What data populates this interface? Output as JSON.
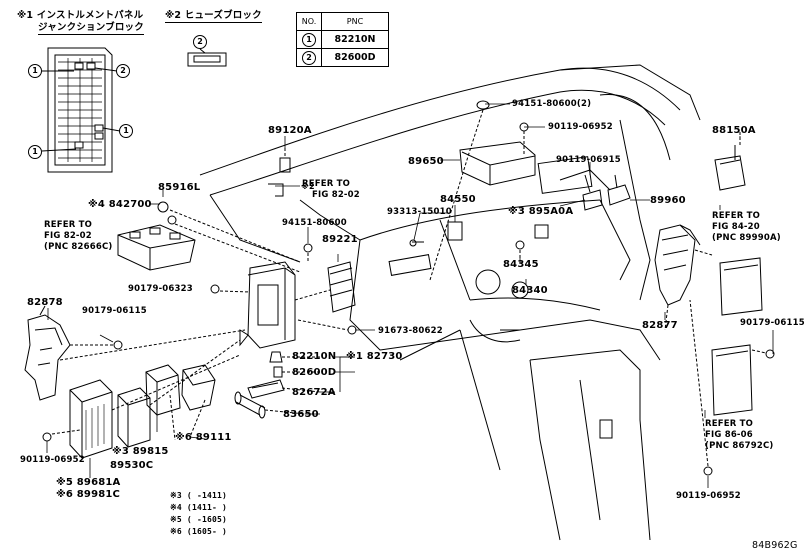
{
  "legend_box": {
    "header_no": "NO.",
    "header_pnc": "PNC",
    "rows": [
      {
        "no": "1",
        "pnc": "82210N"
      },
      {
        "no": "2",
        "pnc": "82600D"
      }
    ]
  },
  "insets": {
    "inset1_title_l1": "※1 インストルメントパネル",
    "inset1_title_l2": "ジャンクションブロック",
    "inset2_title": "※2 ヒューズブロック",
    "circle_1": "1",
    "circle_2": "2"
  },
  "labels": {
    "p89120A": "89120A",
    "p94151_80600_2": "94151-80600(2)",
    "p90119_06952_top": "90119-06952",
    "p88150A": "88150A",
    "p85916L": "85916L",
    "p842700": "※4 842700",
    "refer_to_top": "REFER TO",
    "fig_82_02_top": "FIG 82-02",
    "p89650": "89650",
    "p90119_06915": "90119-06915",
    "p94151_80600": "94151-80600",
    "p84550": "84550",
    "p93313_15010": "93313-15010",
    "p895A0A": "※3 895A0A",
    "p89960": "89960",
    "refer_to_left": "REFER TO",
    "fig_82_02_left": "FIG 82-02",
    "pnc_82666c": "(PNC 82666C)",
    "p89221": "89221",
    "refer_to_right": "REFER TO",
    "fig_84_20": "FIG 84-20",
    "pnc_89990a": "(PNC 89990A)",
    "p84345": "84345",
    "p90179_06323": "90179-06323",
    "p84340": "84340",
    "p82878": "82878",
    "p90179_06115_left": "90179-06115",
    "p82877": "82877",
    "p90179_06115_right": "90179-06115",
    "p91673_80622": "91673-80622",
    "p82210N": "82210N",
    "p82730": "※1 82730",
    "p82600D": "82600D",
    "p82672A": "82672A",
    "p83650": "83650",
    "p89111": "※6 89111",
    "p89815": "※3 89815",
    "p90119_06952_left": "90119-06952",
    "p89530C": "89530C",
    "p89681A": "※5 89681A",
    "p89981C": "※6 89981C",
    "refer_to_bottom": "REFER TO",
    "fig_86_06": "FIG 86-06",
    "pnc_86792c": "(PNC 86792C)",
    "p90119_06952_right": "90119-06952",
    "note3": "※3 (    -1411)",
    "note4": "※4 (1411-     )",
    "note5": "※5 (    -1605)",
    "note6": "※6 (1605-     )",
    "figure_id": "84B962G"
  }
}
